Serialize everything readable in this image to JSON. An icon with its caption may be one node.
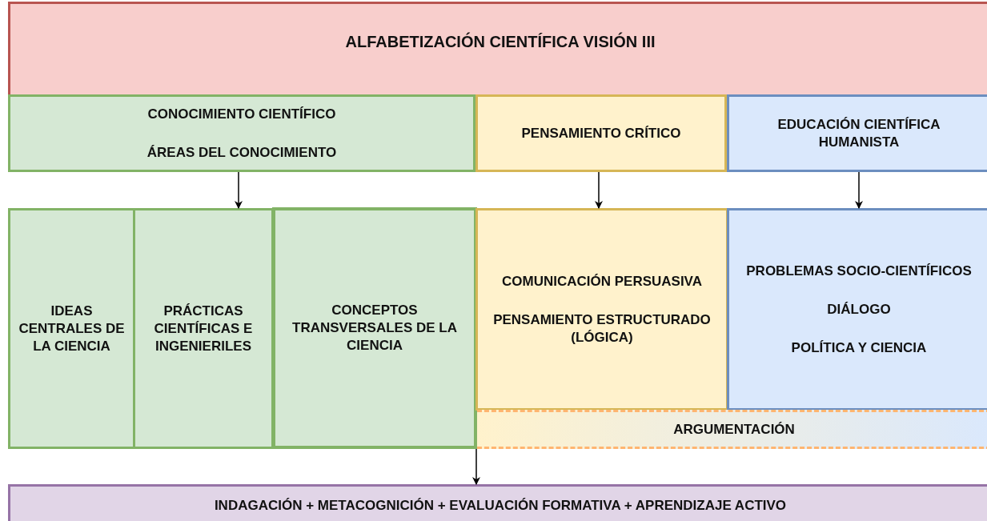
{
  "diagram": {
    "nodes": [
      {
        "text": [
          "ALFABETIZACIÓN CIENTÍFICA VISIÓN III"
        ]
      },
      {
        "text": [
          "CONOCIMIENTO CIENTÍFICO",
          "ÁREAS DEL CONOCIMIENTO"
        ],
        "in": 0
      },
      {
        "text": [
          "PENSAMIENTO CRÍTICO"
        ],
        "in": 0
      },
      {
        "text": [
          "EDUCACIÓN CIENTÍFICA HUMANISTA"
        ],
        "in": 0
      },
      {
        "text": [
          "IDEAS CENTRALES DE LA CIENCIA"
        ]
      },
      {
        "text": [
          "PRÁCTICAS CIENTÍFICAS E INGENIERILES"
        ]
      },
      {
        "text": [
          "CONCEPTOS TRANSVERSALES DE LA CIENCIA"
        ]
      },
      {
        "text": [
          "COMUNICACIÓN PERSUASIVA",
          "PENSAMIENTO ESTRUCTURADO (LÓGICA)"
        ]
      },
      {
        "text": [
          "PROBLEMAS SOCIO-CIENTÍFICOS",
          "DIÁLOGO",
          "POLÍTICA Y CIENCIA"
        ]
      },
      {
        "text": [
          "ARGUMENTACIÓN"
        ]
      },
      {
        "text": [
          "INDAGACIÓN + METACOGNICIÓN + EVALUACIÓN FORMATIVA + APRENDIZAJE ACTIVO"
        ]
      }
    ],
    "edges": [
      {
        "from": 1,
        "to": 5,
        "arrow": "to"
      },
      {
        "from": 2,
        "to": 7,
        "arrow": "to"
      },
      {
        "from": 3,
        "to": 8,
        "arrow": "to"
      },
      {
        "from": 6,
        "to": 10,
        "arrow": "to"
      }
    ]
  }
}
